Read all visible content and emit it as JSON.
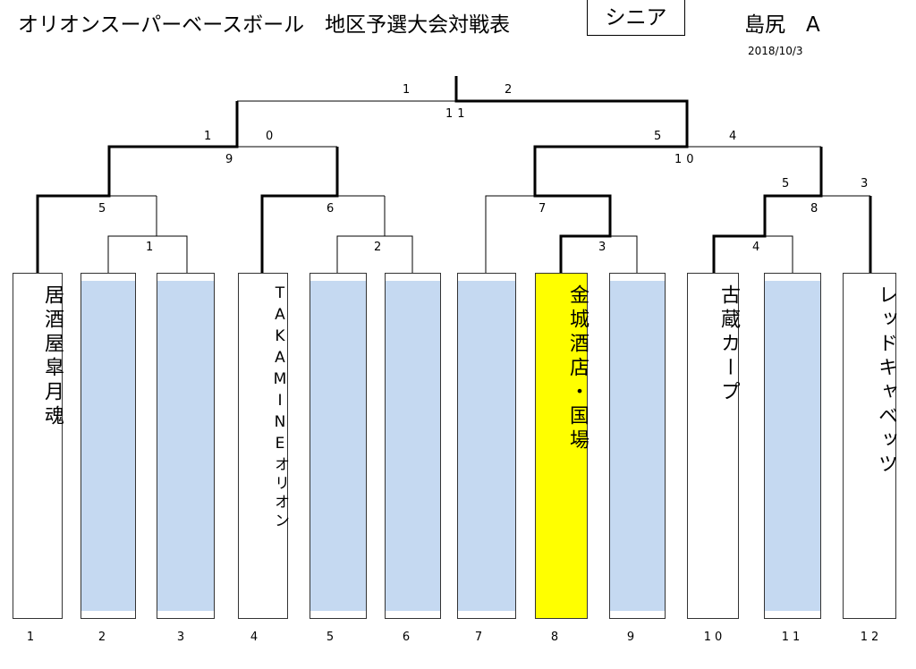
{
  "header": {
    "title": "オリオンスーパーベースボール　地区予選大会対戦表",
    "division": "シニア",
    "region": "島尻　A",
    "date": "2018/10/3"
  },
  "teams": [
    {
      "no": "1",
      "name": "居酒屋皐月魂"
    },
    {
      "no": "2",
      "name": ""
    },
    {
      "no": "3",
      "name": ""
    },
    {
      "no": "4",
      "name": "TAKAMINEオリオン"
    },
    {
      "no": "5",
      "name": ""
    },
    {
      "no": "6",
      "name": ""
    },
    {
      "no": "7",
      "name": ""
    },
    {
      "no": "8",
      "name": "金城酒店・国場"
    },
    {
      "no": "9",
      "name": ""
    },
    {
      "no": "10",
      "name": "古蔵カープ"
    },
    {
      "no": "11",
      "name": ""
    },
    {
      "no": "12",
      "name": "レッドキャベッツ"
    }
  ],
  "matches": {
    "m1": "1",
    "m2": "2",
    "m3": "3",
    "m4": "4",
    "m5": "5",
    "m6": "6",
    "m7": "7",
    "m8": "8",
    "m9": "9",
    "m10": "10",
    "m11": "11"
  },
  "scores": {
    "m11_left": "1",
    "m11_right": "2",
    "m9_left": "1",
    "m9_right": "0",
    "m10_left": "5",
    "m10_right": "4",
    "m8_left": "5",
    "m8_right": "3"
  }
}
